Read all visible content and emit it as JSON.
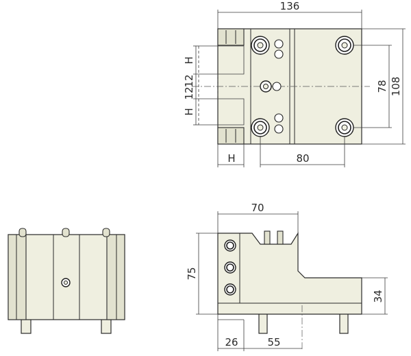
{
  "views": {
    "top": {
      "dim_width": "136",
      "dim_slot_h_upper": "H",
      "dim_slot_12_upper": "12",
      "dim_slot_12_lower": "12",
      "dim_slot_h_lower": "H",
      "dim_height_78": "78",
      "dim_height_108": "108",
      "dim_bottom_h": "H",
      "dim_bottom_80": "80"
    },
    "side": {
      "dim_width_70": "70",
      "dim_height_75": "75",
      "dim_height_34": "34",
      "dim_bottom_26": "26",
      "dim_bottom_55": "55"
    }
  }
}
